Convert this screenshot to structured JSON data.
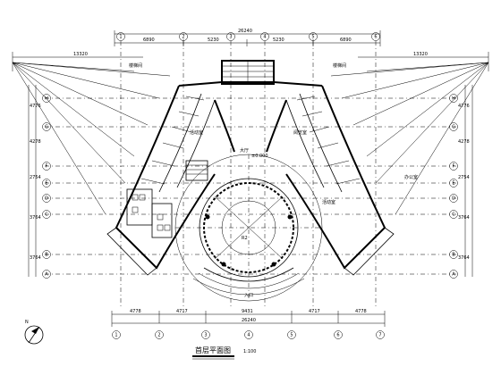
{
  "drawing": {
    "title": "首层平面图",
    "scale": "1:100",
    "north": "N"
  },
  "dimensions": {
    "top_total": "26240",
    "top_parts": [
      "6890",
      "5230",
      "5230",
      "6890"
    ],
    "bottom_total": "26240",
    "bottom_parts": [
      "4778",
      "4717",
      "9431",
      "4717",
      "4778"
    ],
    "left_wing": "13320",
    "right_wing": "13320",
    "left_side": [
      "4776",
      "4278",
      "2754",
      "3764",
      "3764"
    ],
    "right_side": [
      "4776",
      "4278",
      "2754",
      "3764",
      "3764"
    ]
  },
  "rooms": {
    "room_center": "大厅",
    "room_left": "活动室",
    "room_right": "阅览室",
    "room_right_small": "办公室",
    "room_right_lower": "活动室",
    "room_upper_left": "楼梯间",
    "room_upper_right": "楼梯间",
    "entrance": "入口",
    "radius_label": "R2",
    "center_mark": "±0.000"
  },
  "axes": {
    "top": [
      "1",
      "2",
      "3",
      "4",
      "5",
      "6"
    ],
    "bottom": [
      "1",
      "2",
      "3",
      "4",
      "5",
      "6",
      "7"
    ],
    "left": [
      "H",
      "G",
      "F",
      "E",
      "D",
      "C",
      "B",
      "A"
    ],
    "right": [
      "H",
      "G",
      "F",
      "E",
      "D",
      "C",
      "B",
      "A"
    ]
  }
}
